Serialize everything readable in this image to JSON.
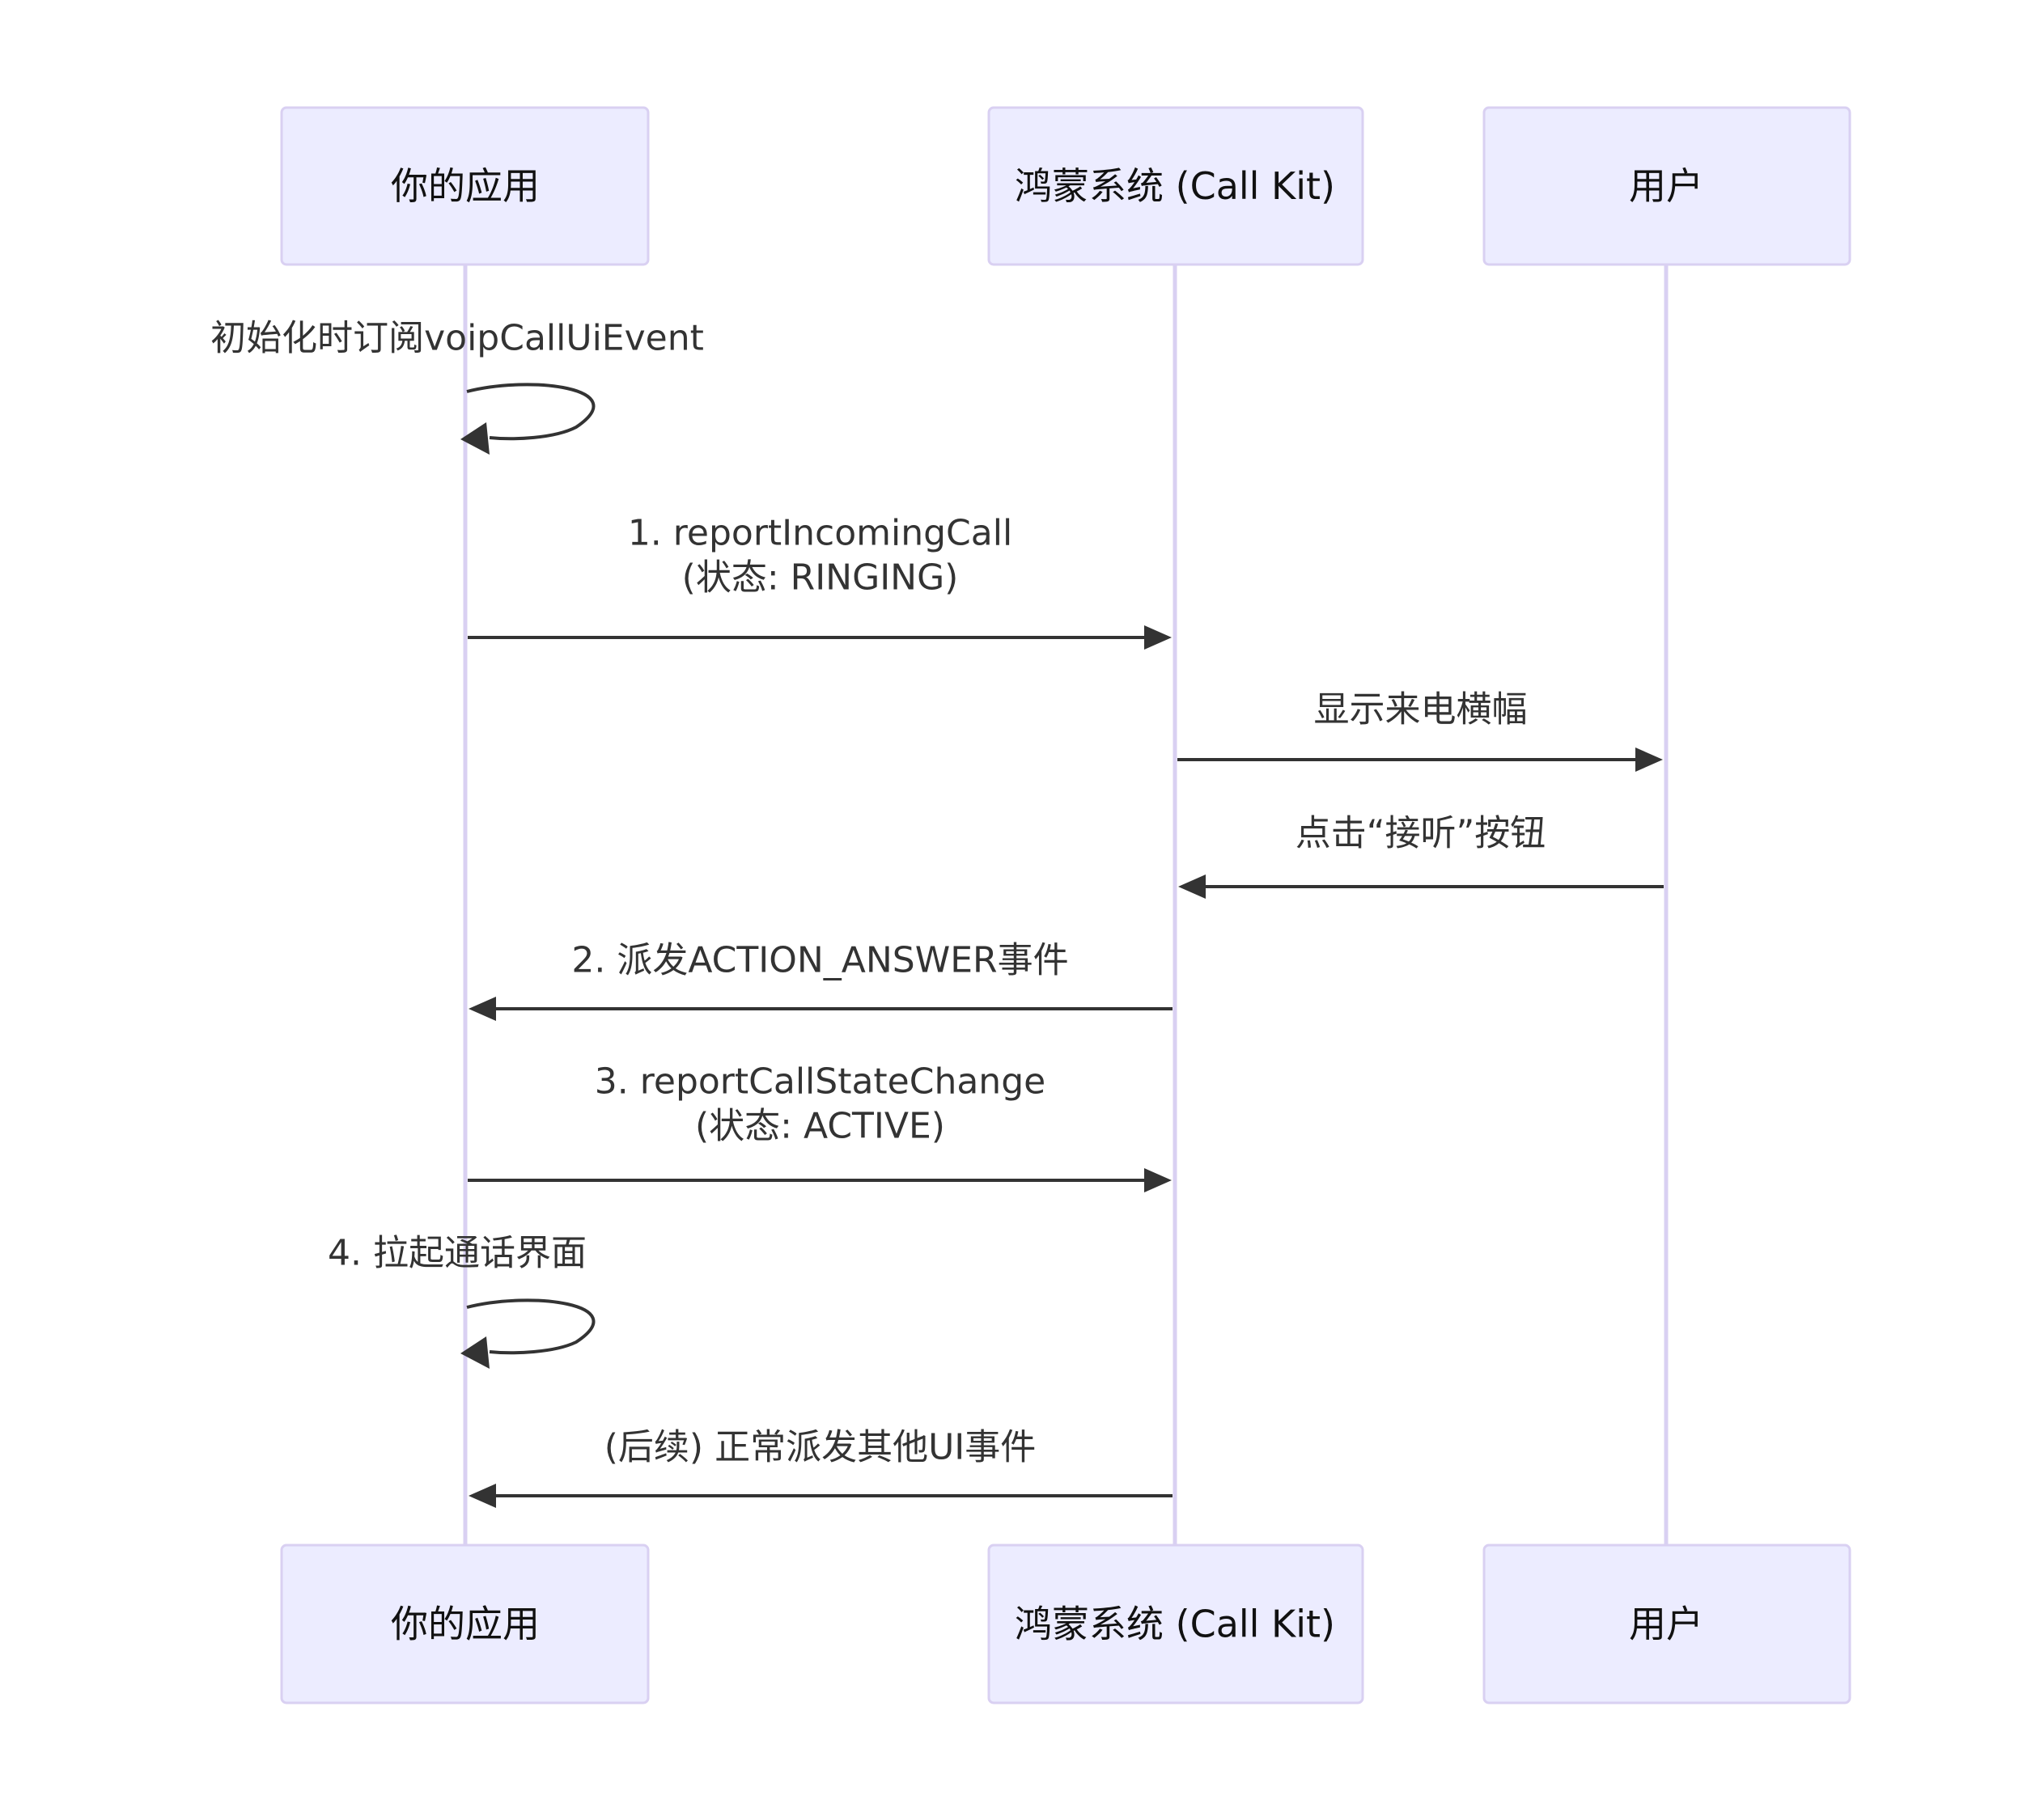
{
  "diagram": {
    "type": "sequence",
    "participants": [
      {
        "id": "app",
        "label": "你的应用"
      },
      {
        "id": "callkit",
        "label": "鸿蒙系统 (Call Kit)"
      },
      {
        "id": "user",
        "label": "用户"
      }
    ],
    "messages": [
      {
        "from": "app",
        "to": "app",
        "lines": [
          "初始化时订阅voipCallUiEvent"
        ]
      },
      {
        "from": "app",
        "to": "callkit",
        "lines": [
          "1. reportIncomingCall",
          "(状态: RINGING)"
        ]
      },
      {
        "from": "callkit",
        "to": "user",
        "lines": [
          "显示来电横幅"
        ]
      },
      {
        "from": "user",
        "to": "callkit",
        "lines": [
          "点击“接听”按钮"
        ]
      },
      {
        "from": "callkit",
        "to": "app",
        "lines": [
          "2. 派发ACTION_ANSWER事件"
        ]
      },
      {
        "from": "app",
        "to": "callkit",
        "lines": [
          "3. reportCallStateChange",
          "(状态: ACTIVE)"
        ]
      },
      {
        "from": "app",
        "to": "app",
        "lines": [
          "4. 拉起通话界面"
        ]
      },
      {
        "from": "callkit",
        "to": "app",
        "lines": [
          "(后续) 正常派发其他UI事件"
        ]
      }
    ],
    "colors": {
      "actor_fill": "#ECECFF",
      "actor_border": "#D9D0F2",
      "lifeline": "#D9D0F2",
      "arrow": "#333333",
      "text": "#333333"
    }
  }
}
